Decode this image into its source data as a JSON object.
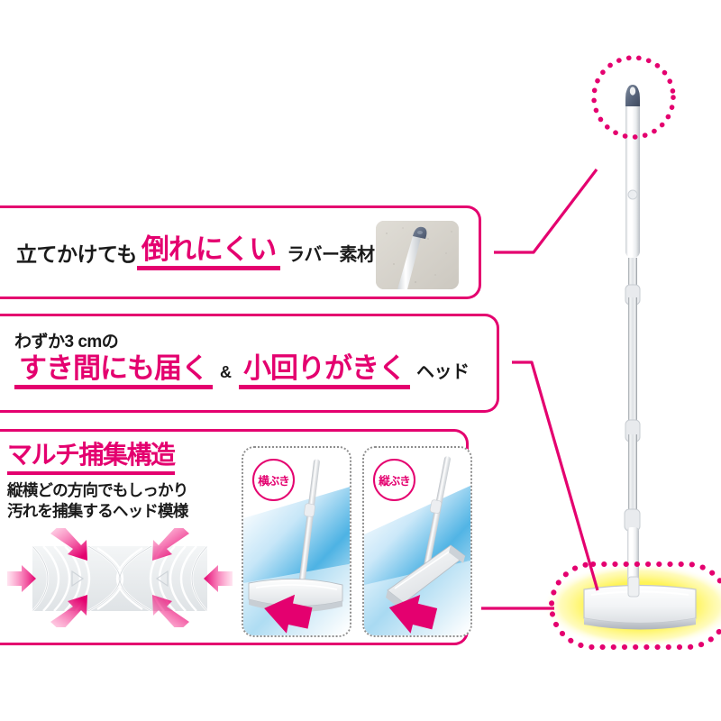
{
  "page": {
    "title": "フローリングワイパー 商品特長",
    "accent_pink": "#E4006F",
    "glow_yellow": "#FFF23A",
    "text_dark": "#1a1a1a",
    "background": "#FFFFFF"
  },
  "callouts": [
    {
      "id": "stand",
      "pre_text": "立てかけても",
      "highlight_text": "倒れにくい",
      "post_text": "ラバー素材",
      "thumbnail": "rubber-tip-photo"
    },
    {
      "id": "gap",
      "top_text": "わずか3 cmの",
      "highlight_1": "すき間にも届く",
      "conjunction": "&",
      "highlight_2": "小回りがきく",
      "post_text": "ヘッド"
    },
    {
      "id": "multi",
      "title": "マルチ捕集構造",
      "subtitle_line1": "縦横どの方向でもしっかり",
      "subtitle_line2": "汚れを捕集するヘッド模様",
      "diagram": "head-pattern-arrows",
      "panels": [
        {
          "badge": "横ぶき",
          "photo": "mop-horizontal-wipe",
          "arrow": "down-left-arrow"
        },
        {
          "badge": "縦ぶき",
          "photo": "mop-vertical-wipe",
          "arrow": "down-left-arrow"
        }
      ]
    }
  ],
  "product": {
    "name": "floor-wiper-mop",
    "highlight_top": {
      "marker": "dotted-circle",
      "target": "rubber-tip-cap"
    },
    "highlight_bottom": {
      "marker": "dotted-oval-with-glow",
      "target": "mop-head"
    },
    "parts": {
      "pole": "telescoping-pole",
      "joints": 3,
      "head": "flat-rectangular-head",
      "cap": "grey-rubber-cap"
    }
  }
}
